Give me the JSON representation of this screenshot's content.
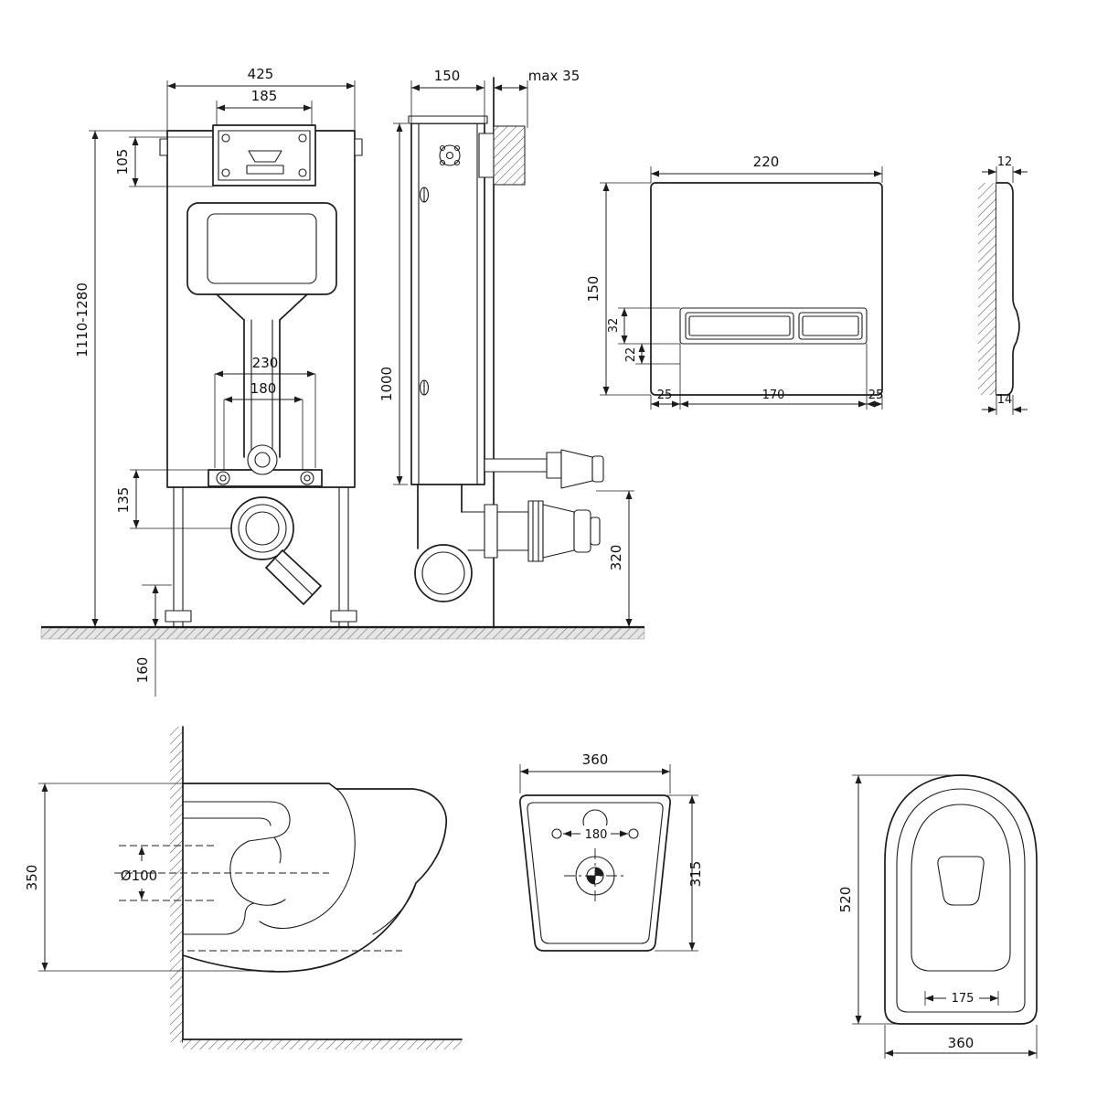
{
  "page": {
    "background": "#ffffff",
    "line_color": "#1c1c1c"
  },
  "drawing": {
    "type": "wall-hung-toilet-installation-technical-drawing",
    "views": {
      "frame_front": {
        "name": "concealed cistern frame front view",
        "dims": {
          "frame_width": "425",
          "access_width": "185",
          "access_height": "105",
          "frame_height_range": "1110-1280",
          "anchor_span": "230",
          "outlet_span": "180",
          "outlet_height": "135",
          "foot_height": "160"
        }
      },
      "frame_side": {
        "name": "concealed cistern frame side view",
        "dims": {
          "frame_depth": "150",
          "wall_adjust": "max 35",
          "rail_height": "1000",
          "drain_height": "320"
        }
      },
      "plate_front": {
        "name": "flush plate front view",
        "dims": {
          "width": "220",
          "height": "150",
          "button_height": "32",
          "button_bottom_offset": "22",
          "left_margin": "25",
          "button_span": "170",
          "right_margin": "25"
        }
      },
      "plate_side": {
        "name": "flush plate side view",
        "dims": {
          "top_thickness": "12",
          "bottom_thickness": "14"
        }
      },
      "bowl_side": {
        "name": "toilet bowl side section",
        "dims": {
          "height": "350",
          "outlet_diameter": "Ø100"
        }
      },
      "bowl_back": {
        "name": "toilet bowl back view",
        "dims": {
          "width": "360",
          "bolt_span": "180",
          "height": "315"
        }
      },
      "bowl_top": {
        "name": "toilet bowl top view",
        "dims": {
          "depth": "520",
          "seat_bolt_span": "175",
          "width": "360"
        }
      }
    }
  }
}
